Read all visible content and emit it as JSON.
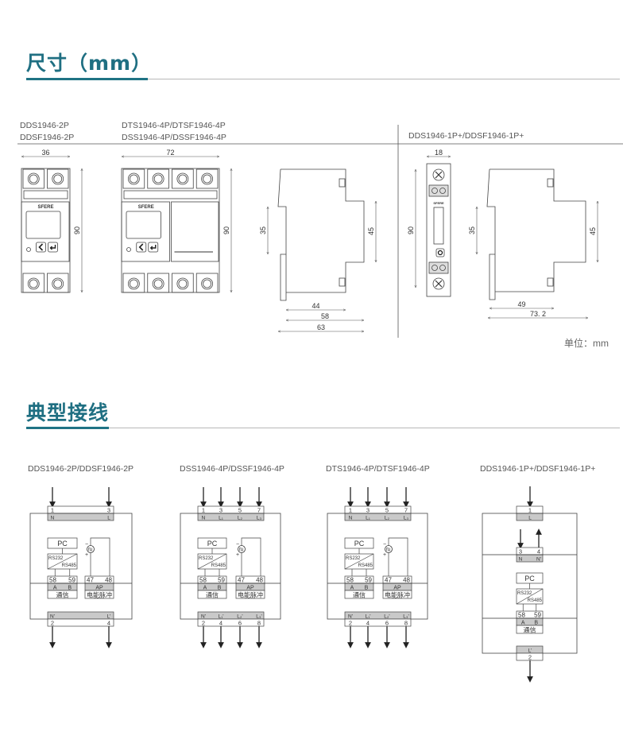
{
  "sections": {
    "dimensions_title": "尺寸（mm）",
    "wiring_title": "典型接线"
  },
  "dimensions": {
    "model_2p": [
      "DDS1946-2P",
      "DDSF1946-2P"
    ],
    "model_4p": [
      "DTS1946-4P/DTSF1946-4P",
      "DSS1946-4P/DSSF1946-4P"
    ],
    "model_1p": "DDS1946-1P+/DDSF1946-1P+",
    "brand": "SFERE",
    "front_2p": {
      "width": "36",
      "height": "90"
    },
    "front_4p": {
      "width": "72",
      "height": "90"
    },
    "side_4p": {
      "rail": "35",
      "body": "45",
      "d1": "44",
      "d2": "58",
      "d3": "63"
    },
    "front_1p": {
      "width": "18",
      "height": "90"
    },
    "side_1p": {
      "rail": "35",
      "body": "45",
      "d1": "49",
      "d2": "73. 2"
    },
    "unit": "单位：mm"
  },
  "wiring": [
    {
      "title": "DDS1946-2P/DDSF1946-2P",
      "top_numbers": [
        "1",
        "3"
      ],
      "top_labels": [
        "N",
        "L"
      ],
      "bottom_labels": [
        "N'",
        "L'"
      ],
      "bottom_numbers": [
        "2",
        "4"
      ],
      "pc": "PC",
      "conv": [
        "RS232",
        "RS485"
      ],
      "comm_pins": [
        "58",
        "59"
      ],
      "comm_labels": [
        "A",
        "B"
      ],
      "comm_name": "通信",
      "pulse_pins": [
        "47",
        "48"
      ],
      "pulse_label": "AP",
      "pulse_name": "电能脉冲"
    },
    {
      "title": "DSS1946-4P/DSSF1946-4P",
      "top_numbers": [
        "1",
        "3",
        "5",
        "7"
      ],
      "top_labels": [
        "N",
        "L₁",
        "L₂",
        "L₃"
      ],
      "bottom_labels": [
        "N'",
        "L₁'",
        "L₂'",
        "L₃'"
      ],
      "bottom_numbers": [
        "2",
        "4",
        "6",
        "8"
      ],
      "pc": "PC",
      "conv": [
        "RS232",
        "RS485"
      ],
      "comm_pins": [
        "58",
        "59"
      ],
      "comm_labels": [
        "A",
        "B"
      ],
      "comm_name": "通信",
      "pulse_pins": [
        "47",
        "48"
      ],
      "pulse_label": "AP",
      "pulse_name": "电能脉冲"
    },
    {
      "title": "DTS1946-4P/DTSF1946-4P",
      "top_numbers": [
        "1",
        "3",
        "5",
        "7"
      ],
      "top_labels": [
        "N",
        "L₁",
        "L₂",
        "L₃"
      ],
      "bottom_labels": [
        "N'",
        "L₁'",
        "L₂'",
        "L₃'"
      ],
      "bottom_numbers": [
        "2",
        "4",
        "6",
        "8"
      ],
      "pc": "PC",
      "conv": [
        "RS232",
        "RS485"
      ],
      "comm_pins": [
        "58",
        "59"
      ],
      "comm_labels": [
        "A",
        "B"
      ],
      "comm_name": "通信",
      "pulse_pins": [
        "47",
        "48"
      ],
      "pulse_label": "AP",
      "pulse_name": "电能脉冲"
    },
    {
      "title": "DDS1946-1P+/DDSF1946-1P+",
      "top_numbers": [
        "1"
      ],
      "top_labels": [
        "L"
      ],
      "mid_numbers": [
        "3",
        "4"
      ],
      "mid_labels": [
        "N",
        "N'"
      ],
      "bottom_labels": [
        "L'"
      ],
      "bottom_numbers": [
        "2"
      ],
      "pc": "PC",
      "conv": [
        "RS232",
        "RS485"
      ],
      "comm_pins": [
        "58",
        "59"
      ],
      "comm_labels": [
        "A",
        "B"
      ],
      "comm_name": "通信"
    }
  ],
  "colors": {
    "accent": "#1f7384",
    "terminal_fill": "#c9c9c9"
  }
}
